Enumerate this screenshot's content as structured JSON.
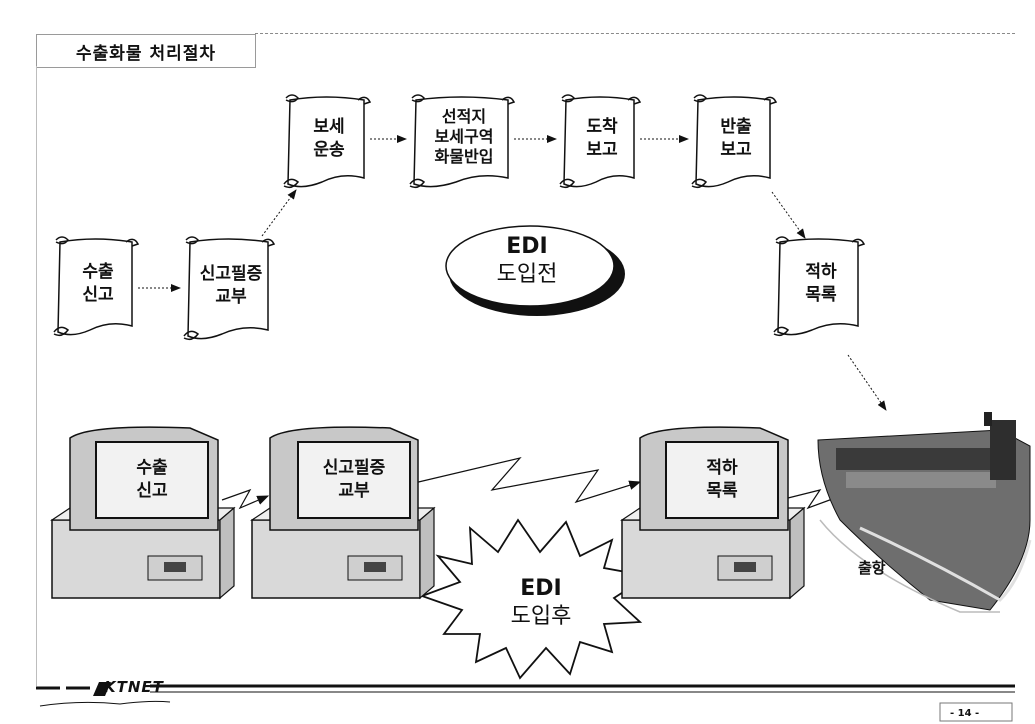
{
  "title": "수출화물 처리절차",
  "before": {
    "scrolls": [
      {
        "id": "export-declaration",
        "label": "수출\n신고"
      },
      {
        "id": "certificate-issue",
        "label": "신고필증\n교부"
      },
      {
        "id": "bonded-transport",
        "label": "보세\n운송"
      },
      {
        "id": "loading-area-carry-in",
        "label": "선적지\n보세구역\n화물반입"
      },
      {
        "id": "arrival-report",
        "label": "도착\n보고"
      },
      {
        "id": "carry-out-report",
        "label": "반출\n보고"
      },
      {
        "id": "cargo-manifest",
        "label": "적하\n목록"
      }
    ],
    "badge": {
      "line1": "EDI",
      "line2": "도입전"
    }
  },
  "after": {
    "computers": [
      {
        "id": "export-declaration",
        "label": "수출\n신고"
      },
      {
        "id": "certificate-issue",
        "label": "신고필증\n교부"
      },
      {
        "id": "cargo-manifest",
        "label": "적하\n목록"
      }
    ],
    "badge": {
      "line1": "EDI",
      "line2": "도입후"
    },
    "ship_label": "출항"
  },
  "footer": {
    "logo": "KTNET",
    "page": "- 14 -"
  }
}
